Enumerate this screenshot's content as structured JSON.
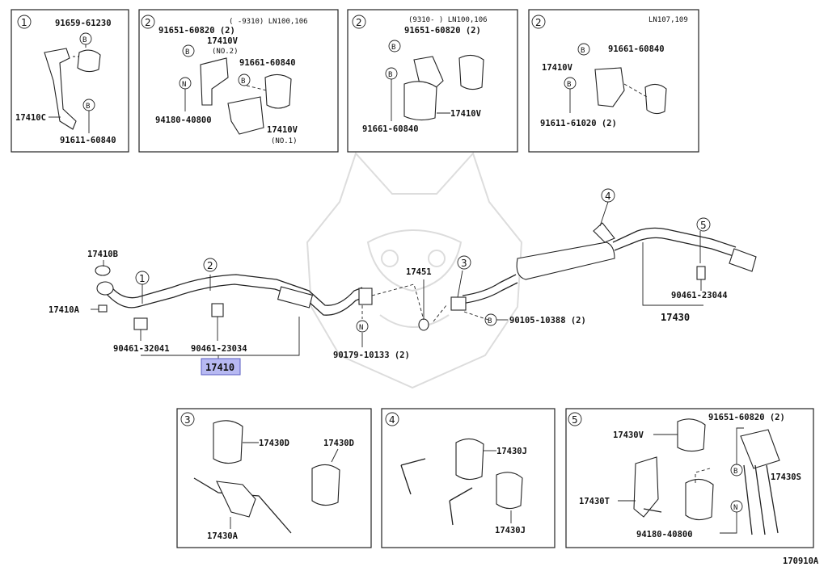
{
  "diagram_id": "170910A",
  "main_part": "17410",
  "panels": [
    {
      "num": "1",
      "note": "",
      "labels": [
        "91659-61230",
        "17410C",
        "91611-60840"
      ],
      "badges": [
        "B",
        "B"
      ]
    },
    {
      "num": "2",
      "note": "(      -9310) LN100,106",
      "labels": [
        "91651-60820 (2)",
        "17410V",
        "(NO.2)",
        "91661-60840",
        "94180-40800",
        "17410V",
        "(NO.1)"
      ],
      "badges": [
        "B",
        "N",
        "B"
      ]
    },
    {
      "num": "2",
      "note": "(9310-       ) LN100,106",
      "labels": [
        "91651-60820 (2)",
        "17410V",
        "91661-60840"
      ],
      "badges": [
        "B",
        "B"
      ]
    },
    {
      "num": "2",
      "note": "LN107,109",
      "labels": [
        "91661-60840",
        "17410V",
        "91611-61020 (2)"
      ],
      "badges": [
        "B",
        "B"
      ]
    },
    {
      "num": "3",
      "note": "",
      "labels": [
        "17430D",
        "17430D",
        "17430A"
      ],
      "badges": []
    },
    {
      "num": "4",
      "note": "",
      "labels": [
        "17430J",
        "17430J"
      ],
      "badges": []
    },
    {
      "num": "5",
      "note": "",
      "labels": [
        "91651-60820 (2)",
        "17430V",
        "17430S",
        "17430T",
        "94180-40800"
      ],
      "badges": [
        "B",
        "N"
      ]
    }
  ],
  "main_labels": {
    "p17410b": "17410B",
    "p17410a": "17410A",
    "p90461_32041": "90461-32041",
    "p90461_23034": "90461-23034",
    "p17451": "17451",
    "p90179": "90179-10133 (2)",
    "p90105": "90105-10388 (2)",
    "p90461_23044": "90461-23044",
    "p17430": "17430"
  },
  "callouts": [
    "1",
    "2",
    "3",
    "4",
    "5"
  ],
  "badge_b": "B",
  "badge_n": "N"
}
